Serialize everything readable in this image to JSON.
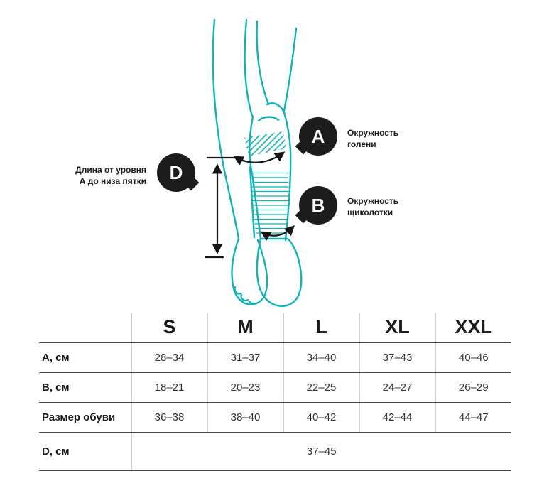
{
  "diagram": {
    "badge_a": "A",
    "badge_b": "B",
    "badge_d": "D",
    "label_a_line1": "Окружность",
    "label_a_line2": "голени",
    "label_b_line1": "Окружность",
    "label_b_line2": "щиколотки",
    "label_d_line1": "Длина от уровня",
    "label_d_line2": "А до низа пятки"
  },
  "table": {
    "headers": [
      "",
      "S",
      "M",
      "L",
      "XL",
      "XXL"
    ],
    "rows": [
      {
        "label": "А, см",
        "values": [
          "28–34",
          "31–37",
          "34–40",
          "37–43",
          "40–46"
        ]
      },
      {
        "label": "B, см",
        "values": [
          "18–21",
          "20–23",
          "22–25",
          "24–27",
          "26–29"
        ]
      },
      {
        "label": "Размер обуви",
        "values": [
          "36–38",
          "38–40",
          "40–42",
          "42–44",
          "44–47"
        ]
      }
    ],
    "span_row": {
      "label": "D, см",
      "value": "37–45"
    }
  },
  "colors": {
    "teal": "#12b2b8",
    "ink": "#161616",
    "badge": "#1c1c1c",
    "borderDark": "#484848",
    "borderLight": "#cfcfcf"
  }
}
